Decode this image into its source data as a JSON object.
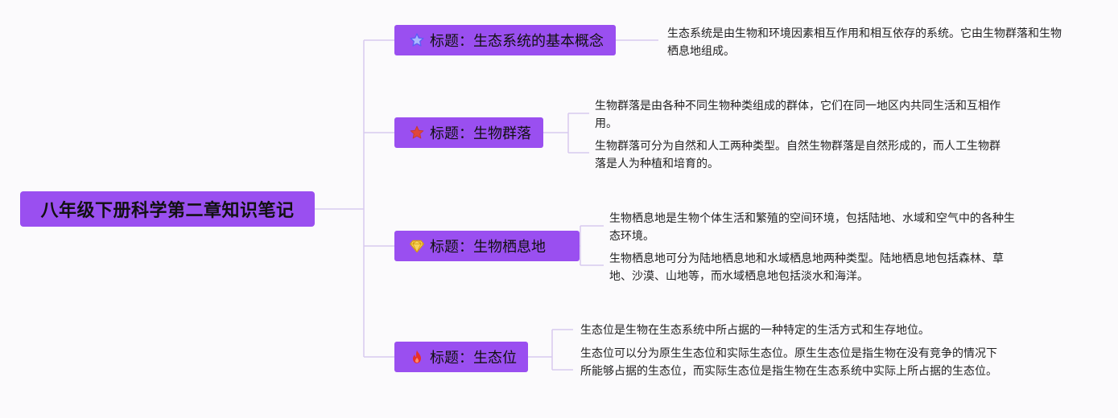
{
  "root": {
    "title": "八年级下册科学第二章知识笔记"
  },
  "branches": [
    {
      "icon": "star-outline-icon",
      "label": "标题：生态系统的基本概念",
      "notes": [
        "生态系统是由生物和环境因素相互作用和相互依存的系统。它由生物群落和生物栖息地组成。"
      ]
    },
    {
      "icon": "red-star-icon",
      "label": "标题：生物群落",
      "notes": [
        "生物群落是由各种不同生物种类组成的群体，它们在同一地区内共同生活和互相作用。",
        "生物群落可分为自然和人工两种类型。自然生物群落是自然形成的，而人工生物群落是人为种植和培育的。"
      ]
    },
    {
      "icon": "gem-icon",
      "label": "标题：生物栖息地",
      "notes": [
        "生物栖息地是生物个体生活和繁殖的空间环境，包括陆地、水域和空气中的各种生态环境。",
        "生物栖息地可分为陆地栖息地和水域栖息地两种类型。陆地栖息地包括森林、草地、沙漠、山地等，而水域栖息地包括淡水和海洋。"
      ]
    },
    {
      "icon": "fire-icon",
      "label": "标题：生态位",
      "notes": [
        "生态位是生物在生态系统中所占据的一种特定的生活方式和生存地位。",
        "生态位可以分为原生生态位和实际生态位。原生生态位是指生物在没有竞争的情况下所能够占据的生态位，而实际生态位是指生物在生态系统中实际上所占据的生态位。"
      ]
    }
  ],
  "colors": {
    "node_fill": "#9a4ff0",
    "connector": "#d8c9ef",
    "star_outline": "#6f72ff",
    "star_red": "#e0473a",
    "gem": "#f3c23a",
    "fire": "#e8302a"
  }
}
